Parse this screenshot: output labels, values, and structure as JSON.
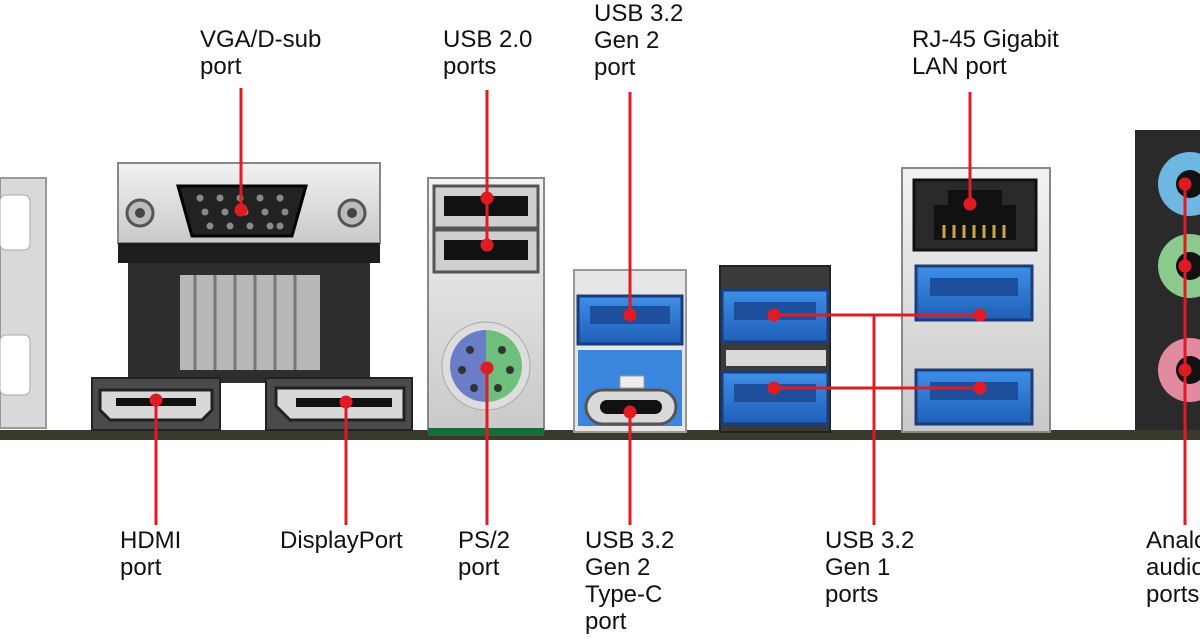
{
  "accent_color": "#e01b24",
  "labels": {
    "vga": "VGA/D-sub\nport",
    "usb20": "USB 2.0\nports",
    "usb32g2": "USB 3.2\nGen 2\nport",
    "rj45": "RJ-45 Gigabit\nLAN port",
    "hdmi": "HDMI\nport",
    "displayport": "DisplayPort",
    "ps2": "PS/2\nport",
    "usbc": "USB 3.2\nGen 2\nType-C\nport",
    "usb32g1": "USB 3.2\nGen 1\nports",
    "audio": "Analog\naudio\nports"
  }
}
